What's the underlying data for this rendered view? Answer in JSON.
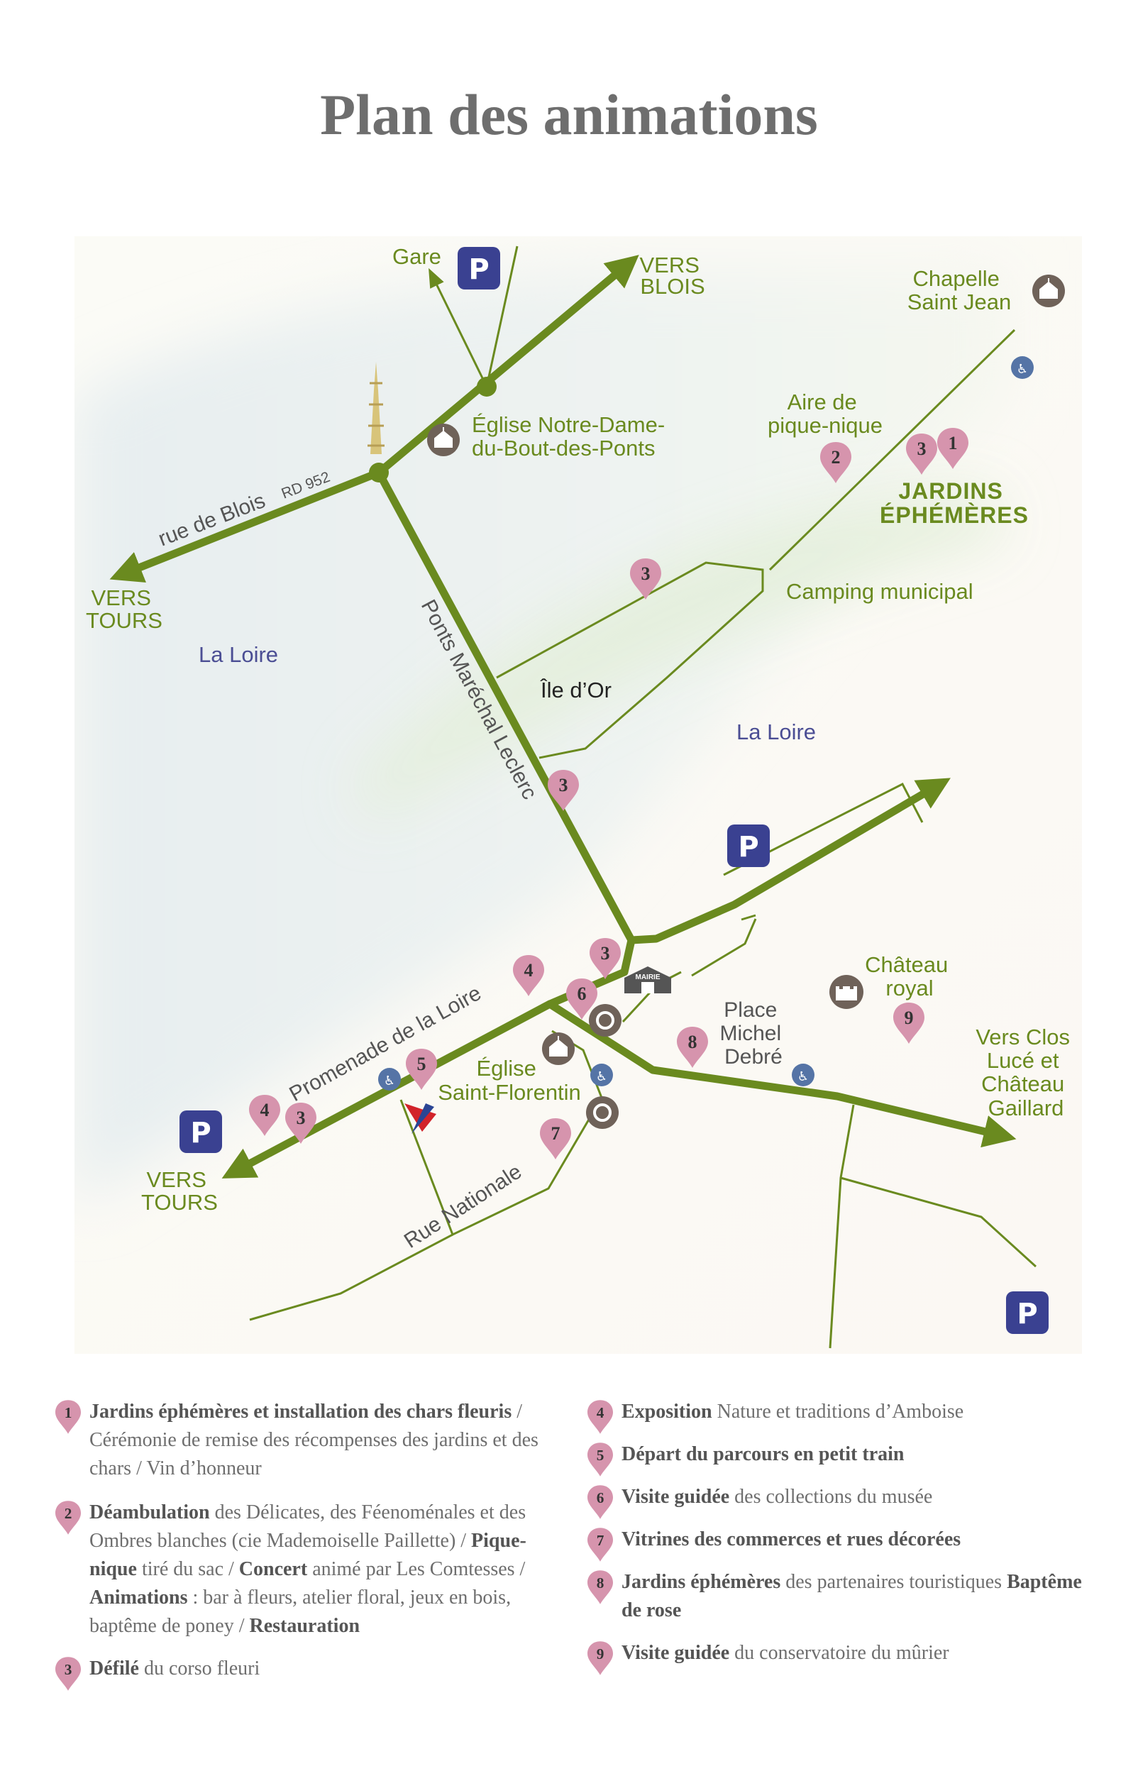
{
  "title": "Plan des animations",
  "colors": {
    "road": "#6a8a1f",
    "label": "#6a8a1f",
    "water": "#4b4e94",
    "pin": "#d694ad",
    "parking": "#3a4191",
    "poi": "#6f6259",
    "wc": "#5574a6"
  },
  "map": {
    "labels": {
      "gare": "Gare",
      "vers_blois": [
        "VERS",
        "BLOIS"
      ],
      "chapelle": [
        "Chapelle",
        "Saint Jean"
      ],
      "eglise_nd": [
        "Église Notre-Dame-",
        "du-Bout-des-Ponts"
      ],
      "aire": [
        "Aire de",
        "pique-nique"
      ],
      "jardins": [
        "JARDINS",
        "ÉPHÉMÈRES"
      ],
      "rue_blois": "rue de Blois",
      "rd952": "RD 952",
      "vers_tours_top": [
        "VERS",
        "TOURS"
      ],
      "la_loire_left": "La Loire",
      "camping": "Camping municipal",
      "ile": "Île d’Or",
      "ponts": "Ponts Maréchal Leclerc",
      "la_loire_right": "La Loire",
      "chateau": [
        "Château",
        "royal"
      ],
      "mairie": "MAIRIE",
      "promenade": "Promenade de la Loire",
      "eglise_sf": [
        "Église",
        "Saint-Florentin"
      ],
      "place": [
        "Place",
        "Michel",
        "Debré"
      ],
      "vers_clos": [
        "Vers Clos",
        "Lucé et",
        "Château",
        "Gaillard"
      ],
      "vers_tours_bottom": [
        "VERS",
        "TOURS"
      ],
      "rue_nationale": "Rue Nationale",
      "parking": "P"
    },
    "pins": [
      "1",
      "2",
      "3",
      "3",
      "3",
      "3",
      "4",
      "6",
      "5",
      "8",
      "9",
      "4",
      "3",
      "7"
    ],
    "icons": [
      "parking-icon",
      "church-icon",
      "wc-icon",
      "mairie-icon",
      "museum-icon",
      "castle-icon",
      "tourist-office-icon",
      "cathedral-tower-icon"
    ]
  },
  "legend": [
    {
      "num": "1",
      "html": "<b>Jardins éphémères et installation des chars fleuris</b> / Cérémonie de remise des récompenses des jardins et des chars / Vin d’honneur"
    },
    {
      "num": "2",
      "html": "<b>Déambulation</b> des Délicates, des Féenoménales et des Ombres blanches (cie Mademoiselle Paillette) / <b>Pique-nique</b> tiré du sac / <b>Concert</b> animé par Les Comtesses / <b>Animations</b> : bar à fleurs, atelier floral, jeux en bois, baptême de poney / <b>Restauration</b>"
    },
    {
      "num": "3",
      "html": "<b>Défilé</b> du corso fleuri"
    },
    {
      "num": "4",
      "html": "<b>Exposition</b> Nature et traditions d’Amboise"
    },
    {
      "num": "5",
      "html": "<b>Départ du parcours en petit train</b>"
    },
    {
      "num": "6",
      "html": "<b>Visite guidée</b> des collections du musée"
    },
    {
      "num": "7",
      "html": "<b>Vitrines des commerces et rues décorées</b>"
    },
    {
      "num": "8",
      "html": "<b>Jardins éphémères</b> des partenaires touristiques <b>Baptême de rose</b>"
    },
    {
      "num": "9",
      "html": "<b>Visite guidée</b> du conservatoire du mûrier"
    }
  ]
}
